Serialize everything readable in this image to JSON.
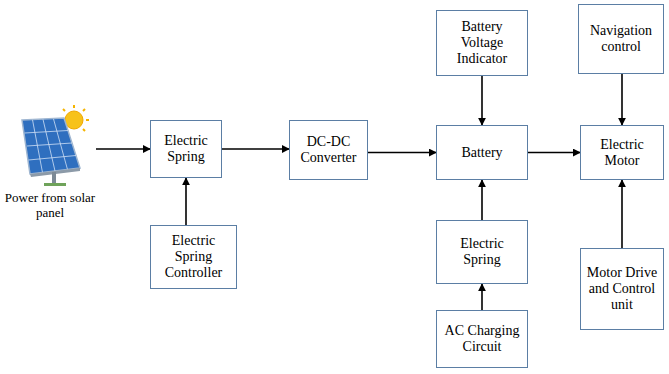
{
  "diagram": {
    "nodes": [
      {
        "text": [
          "Power from solar panel"
        ]
      },
      {
        "text": [
          "Electric Spring"
        ]
      },
      {
        "text": [
          "Electric Spring Controller"
        ]
      },
      {
        "text": [
          "DC-DC Converter"
        ]
      },
      {
        "text": [
          "Battery Voltage Indicator"
        ]
      },
      {
        "text": [
          "Battery"
        ]
      },
      {
        "text": [
          "Electric Spring"
        ]
      },
      {
        "text": [
          "AC Charging Circuit"
        ]
      },
      {
        "text": [
          "Navigation control"
        ]
      },
      {
        "text": [
          "Electric Motor"
        ]
      },
      {
        "text": [
          "Motor Drive and Control unit"
        ]
      }
    ],
    "edges": [
      {
        "from": 0,
        "to": 1,
        "arrow": "to"
      },
      {
        "from": 2,
        "to": 1,
        "arrow": "to"
      },
      {
        "from": 1,
        "to": 3,
        "arrow": "to"
      },
      {
        "from": 3,
        "to": 5,
        "arrow": "to"
      },
      {
        "from": 4,
        "to": 5,
        "arrow": "to"
      },
      {
        "from": 6,
        "to": 5,
        "arrow": "to"
      },
      {
        "from": 7,
        "to": 6,
        "arrow": "to"
      },
      {
        "from": 5,
        "to": 9,
        "arrow": "to"
      },
      {
        "from": 8,
        "to": 9,
        "arrow": "to"
      },
      {
        "from": 10,
        "to": 9,
        "arrow": "to"
      }
    ]
  }
}
